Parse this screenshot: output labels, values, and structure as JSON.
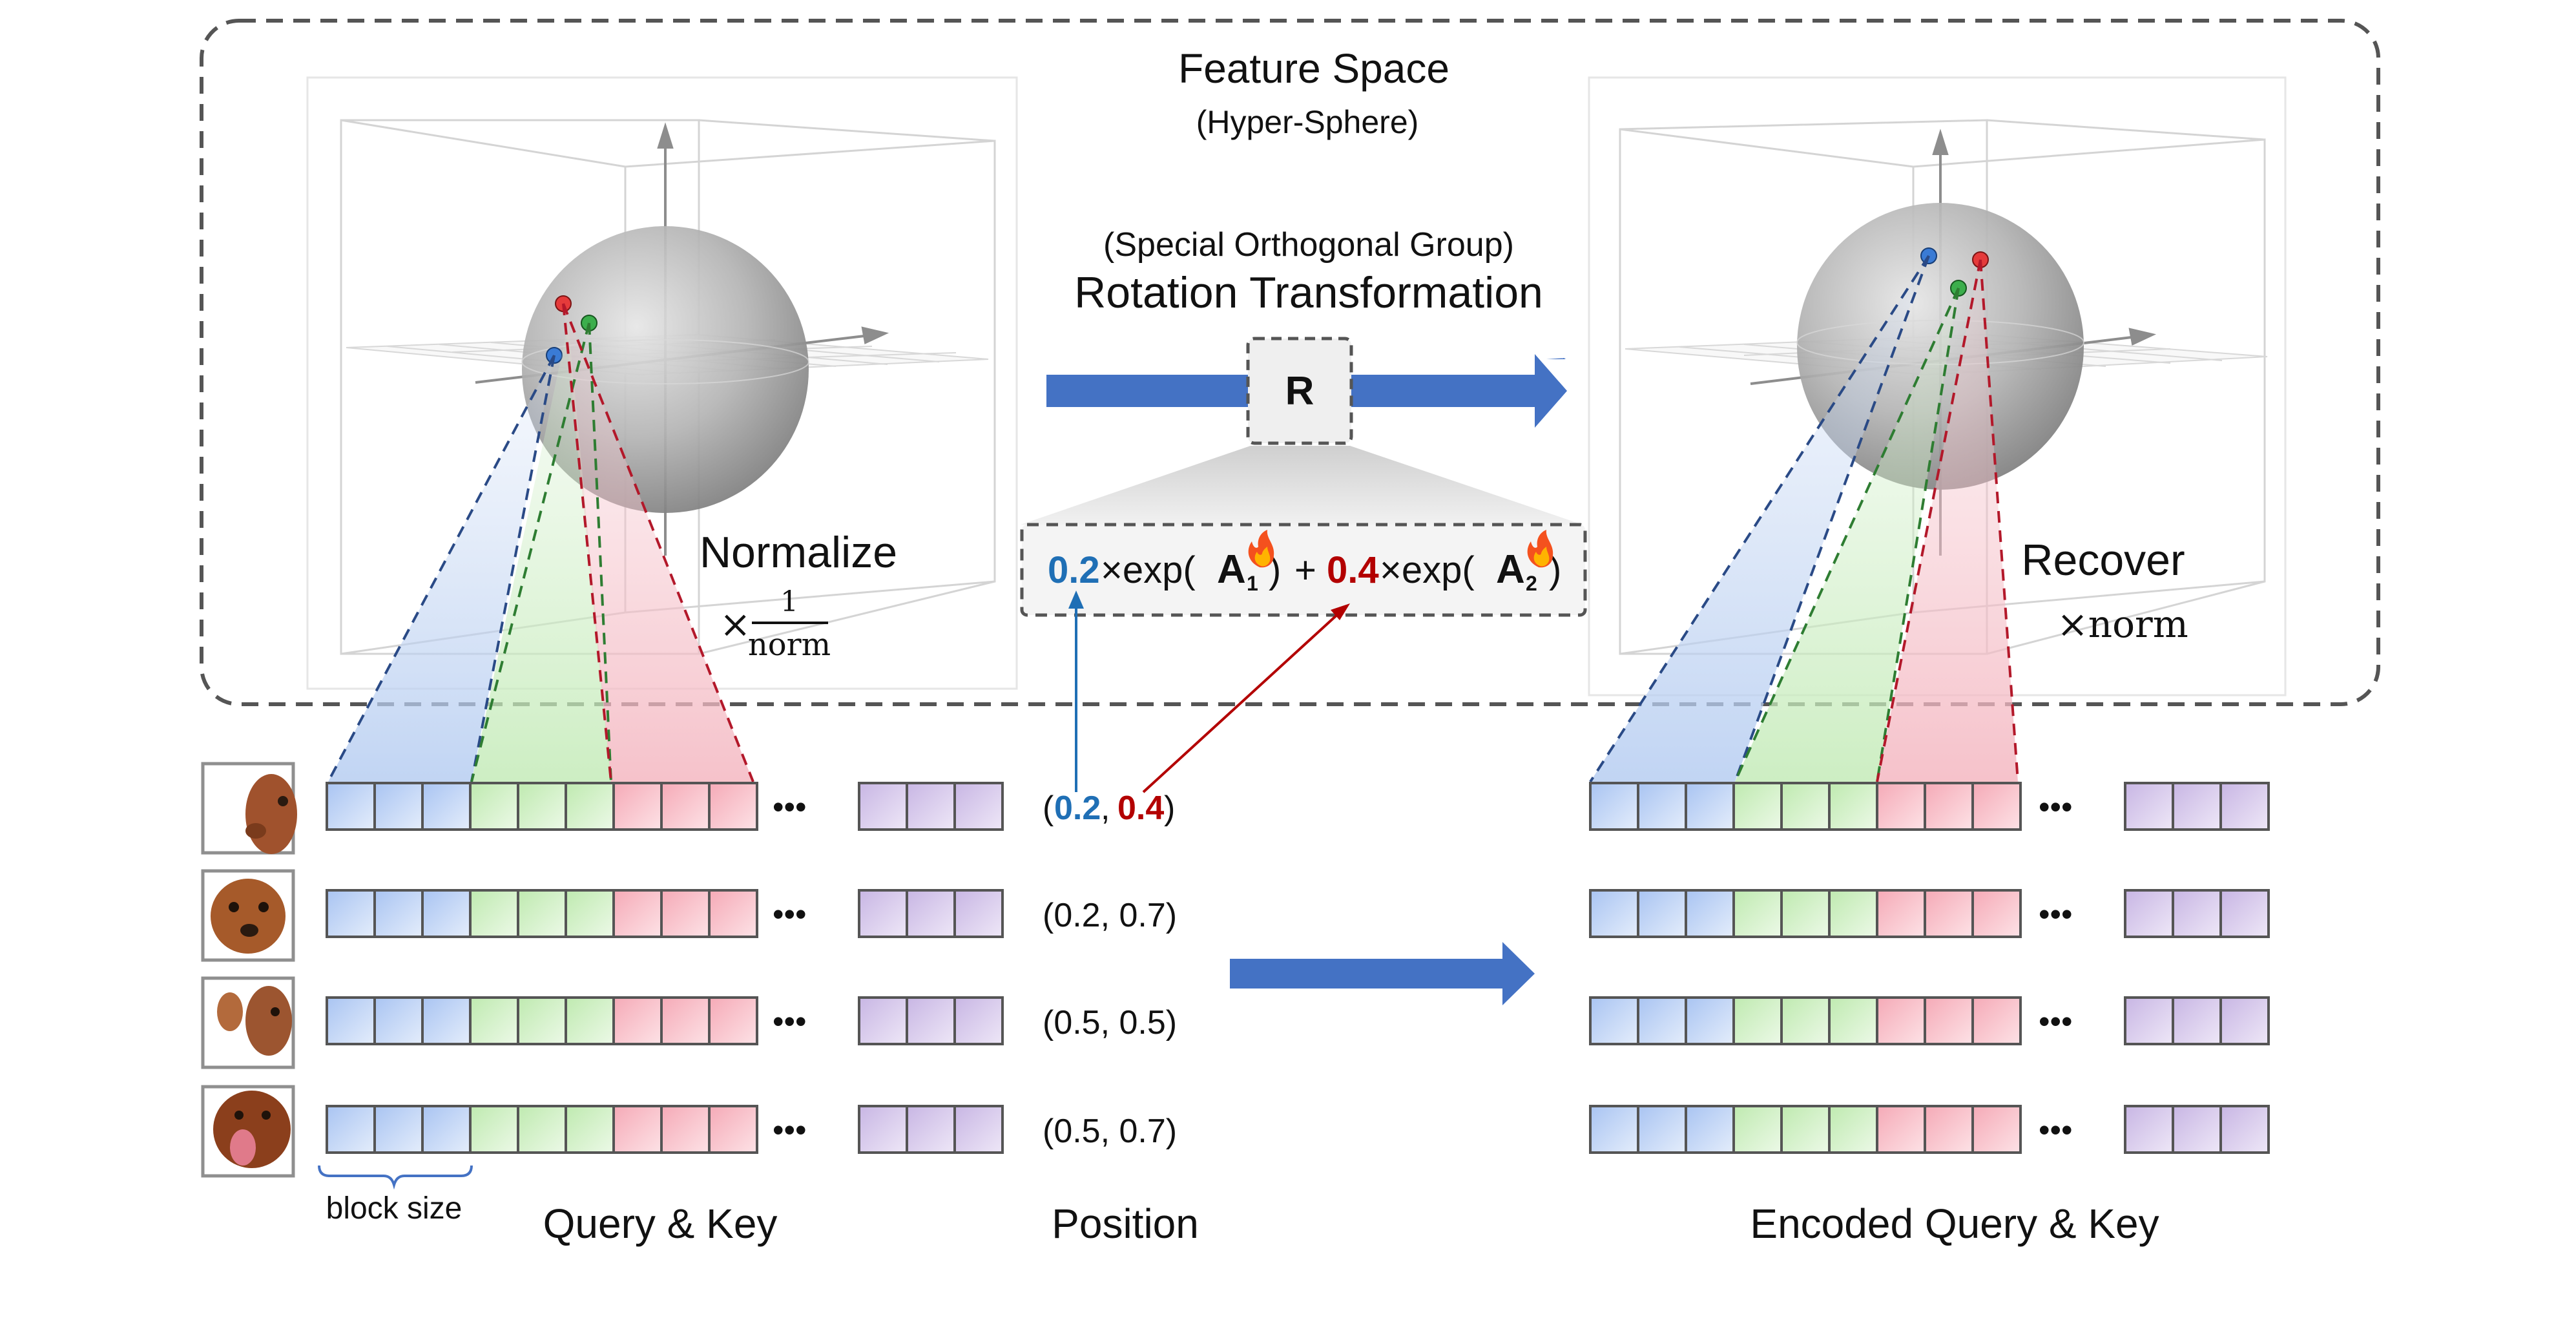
{
  "feature_space": {
    "title": "Feature Space",
    "subtitle": "(Hyper-Sphere)"
  },
  "rotation": {
    "group_label": "(Special Orthogonal Group)",
    "title": "Rotation Transformation",
    "matrix_label": "R"
  },
  "formula": {
    "coef1": "0.2",
    "coef2": "0.4",
    "times_exp": "×exp(",
    "plus": "+",
    "close": ")",
    "A": "A",
    "sub1": "1",
    "sub2": "2"
  },
  "normalize": {
    "label": "Normalize",
    "times": "×",
    "numerator": "1",
    "denominator": "norm"
  },
  "recover": {
    "label": "Recover",
    "factor": "×norm"
  },
  "sequence": {
    "ellipsis": "•••",
    "block_size_label": "block size",
    "rows": [
      {
        "image": "dog-image-1",
        "position_open": "(",
        "pos_x": "0.2",
        "pos_sep": ", ",
        "pos_y": "0.4",
        "position_close": ")"
      },
      {
        "image": "dog-image-2",
        "position": "(0.2, 0.7)"
      },
      {
        "image": "dog-image-3",
        "position": "(0.5, 0.5)"
      },
      {
        "image": "dog-image-4",
        "position": "(0.5, 0.7)"
      }
    ]
  },
  "labels": {
    "query_key": "Query & Key",
    "position": "Position",
    "encoded_query_key": "Encoded Query & Key"
  },
  "colors": {
    "blue_block": "#bcd3f5",
    "green_block": "#cdeec3",
    "red_block": "#f8c4cc",
    "purple_block": "#d8cceb",
    "arrow_blue": "#4472c4",
    "coef_blue": "#1f6fb5",
    "coef_red": "#b30000",
    "dash_border": "#555555"
  }
}
